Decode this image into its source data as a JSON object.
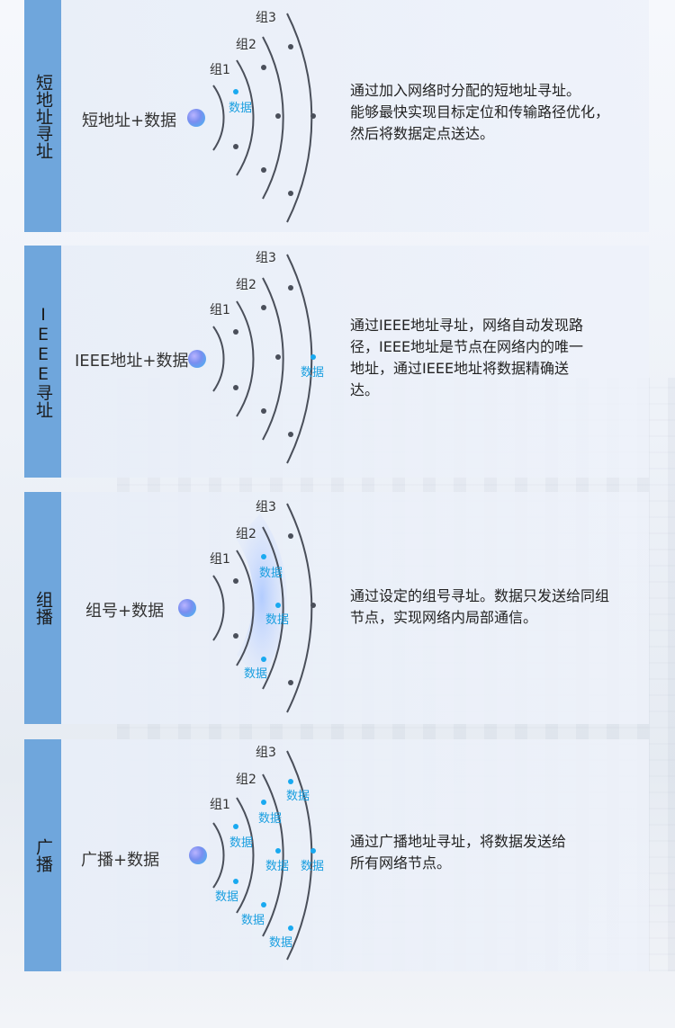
{
  "panels": [
    {
      "side": "短地址寻址",
      "source_label": "短地址+数据",
      "groups": [
        "组1",
        "组2",
        "组3"
      ],
      "data_label": "数据",
      "description": "通过加入网络时分配的短地址寻址。\n能够最快实现目标定位和传输路径优化，\n然后将数据定点送达。"
    },
    {
      "side": "IEEE寻址",
      "source_label": "IEEE地址+数据",
      "groups": [
        "组1",
        "组2",
        "组3"
      ],
      "data_label": "数据",
      "description": "通过IEEE地址寻址，网络自动发现路\n径，IEEE地址是节点在网络内的唯一\n地址，通过IEEE地址将数据精确送\n达。"
    },
    {
      "side": "组播",
      "source_label": "组号+数据",
      "groups": [
        "组1",
        "组2",
        "组3"
      ],
      "data_label": "数据",
      "description": "通过设定的组号寻址。数据只发送给同组\n节点，实现网络内局部通信。"
    },
    {
      "side": "广播",
      "source_label": "广播+数据",
      "groups": [
        "组1",
        "组2",
        "组3"
      ],
      "data_label": "数据",
      "description": "通过广播地址寻址，将数据发送给\n所有网络节点。"
    }
  ],
  "colors": {
    "side_bar": "#6fa6dc",
    "data_dot": "#19a9f0",
    "arc": "#4a4f5a"
  }
}
